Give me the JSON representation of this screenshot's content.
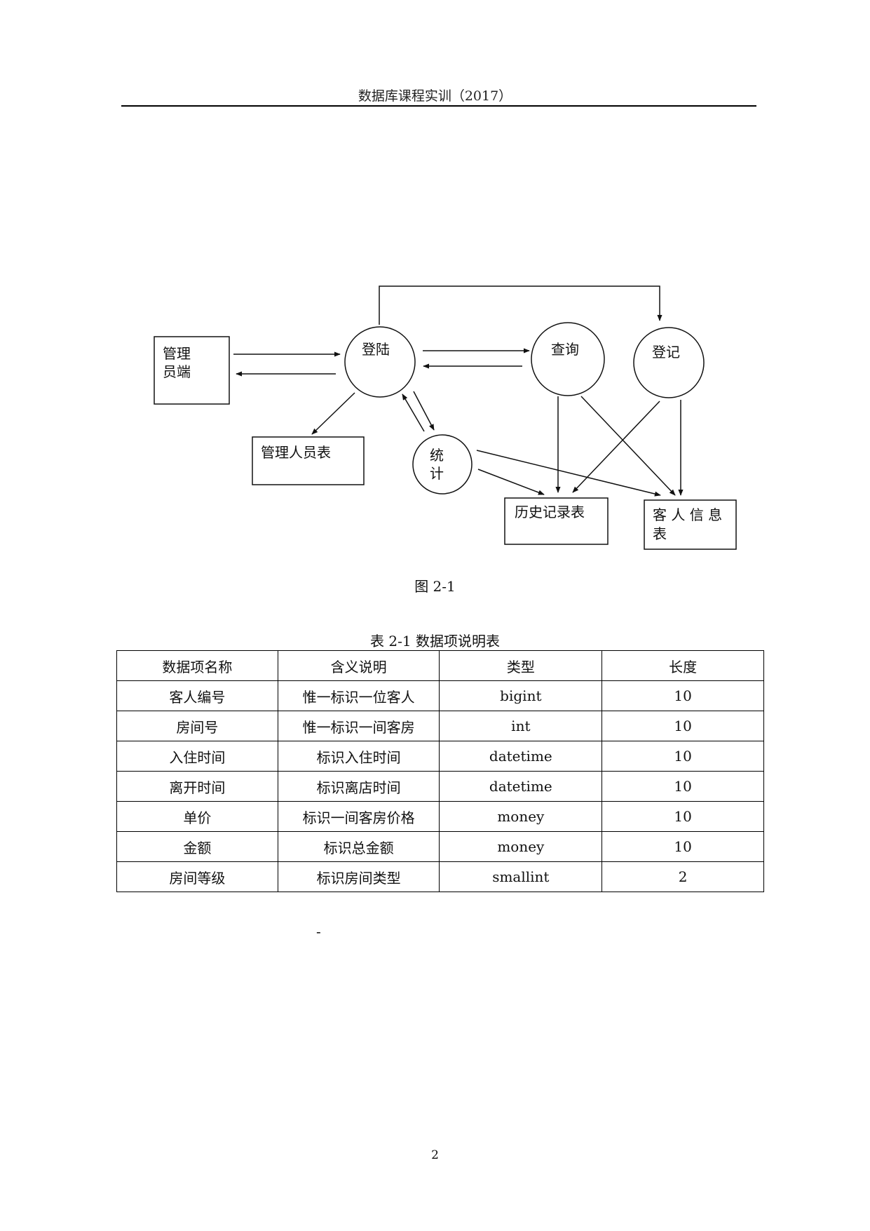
{
  "header": {
    "title": "数据库课程实训（2017）"
  },
  "diagram": {
    "nodes": {
      "admin_client": [
        "管理",
        "员端"
      ],
      "login": "登陆",
      "query": "查询",
      "register": "登记",
      "admin_table": "管理人员表",
      "stats": [
        "统",
        "计"
      ],
      "history_table": "历史记录表",
      "guest_info_table": [
        "客 人 信 息",
        "表"
      ]
    },
    "caption": "图 2-1"
  },
  "table": {
    "caption": "表 2-1  数据项说明表",
    "headers": [
      "数据项名称",
      "含义说明",
      "类型",
      "长度"
    ],
    "rows": [
      [
        "客人编号",
        "惟一标识一位客人",
        "bigint",
        "10"
      ],
      [
        "房间号",
        "惟一标识一间客房",
        "int",
        "10"
      ],
      [
        "入住时间",
        "标识入住时间",
        "datetime",
        "10"
      ],
      [
        "离开时间",
        "标识离店时间",
        "datetime",
        "10"
      ],
      [
        "单价",
        "标识一间客房价格",
        "money",
        "10"
      ],
      [
        "金额",
        "标识总金额",
        "money",
        "10"
      ],
      [
        "房间等级",
        "标识房间类型",
        "smallint",
        "2"
      ]
    ]
  },
  "stray_mark": "-",
  "footer": {
    "page_number": "2"
  }
}
